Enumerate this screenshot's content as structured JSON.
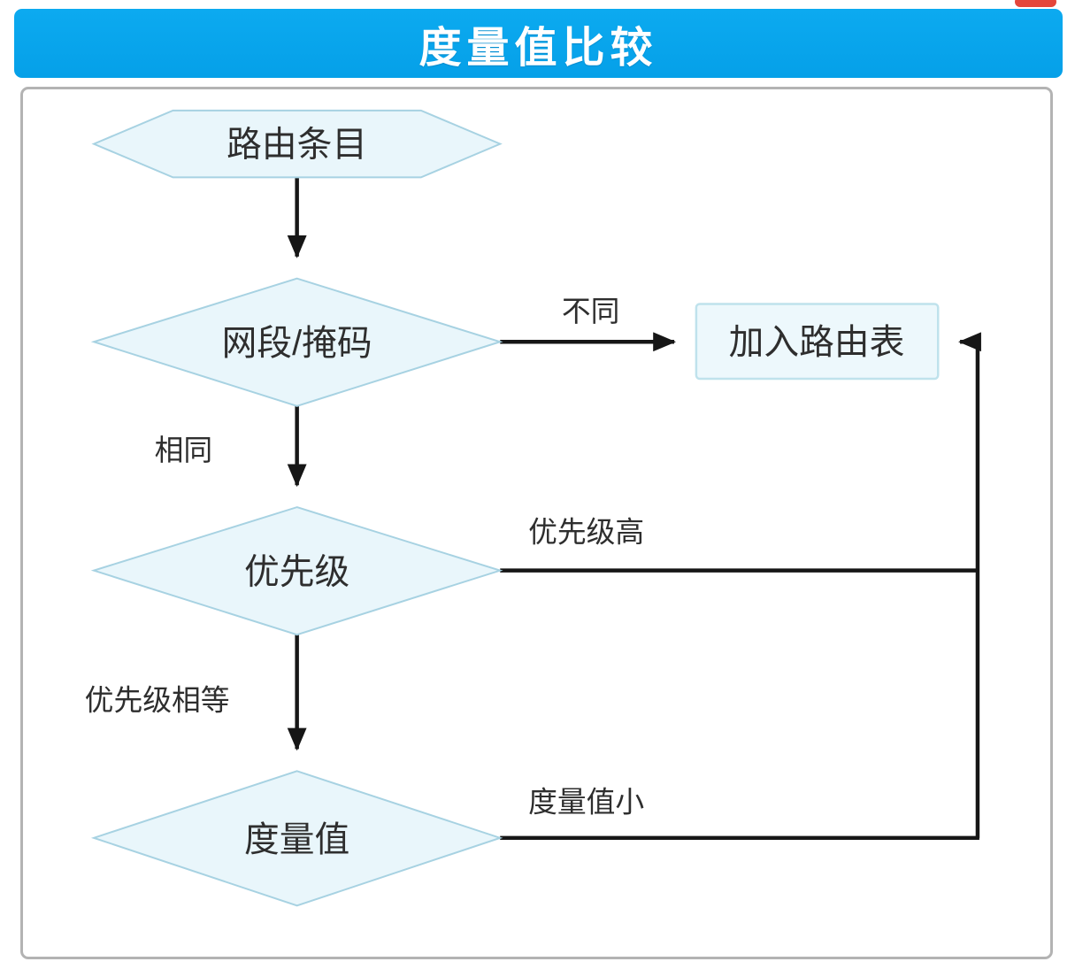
{
  "header": {
    "title": "度量值比较",
    "background_color": "#08a4ec",
    "badge_color": "#e4463b"
  },
  "flowchart": {
    "nodes": [
      {
        "id": "start",
        "shape": "hexagon",
        "label": "路由条目"
      },
      {
        "id": "network",
        "shape": "diamond",
        "label": "网段/掩码"
      },
      {
        "id": "priority",
        "shape": "diamond",
        "label": "优先级"
      },
      {
        "id": "metric",
        "shape": "diamond",
        "label": "度量值"
      },
      {
        "id": "add",
        "shape": "rect",
        "label": "加入路由表"
      }
    ],
    "edges": [
      {
        "from": "start",
        "to": "network",
        "label": ""
      },
      {
        "from": "network",
        "to": "add",
        "label": "不同"
      },
      {
        "from": "network",
        "to": "priority",
        "label": "相同"
      },
      {
        "from": "priority",
        "to": "add",
        "label": "优先级高"
      },
      {
        "from": "priority",
        "to": "metric",
        "label": "优先级相等"
      },
      {
        "from": "metric",
        "to": "add",
        "label": "度量值小"
      }
    ],
    "colors": {
      "node_fill": "#e9f6fb",
      "node_border": "#a7d2e2",
      "line": "#161616",
      "text": "#2e2e2e"
    }
  }
}
